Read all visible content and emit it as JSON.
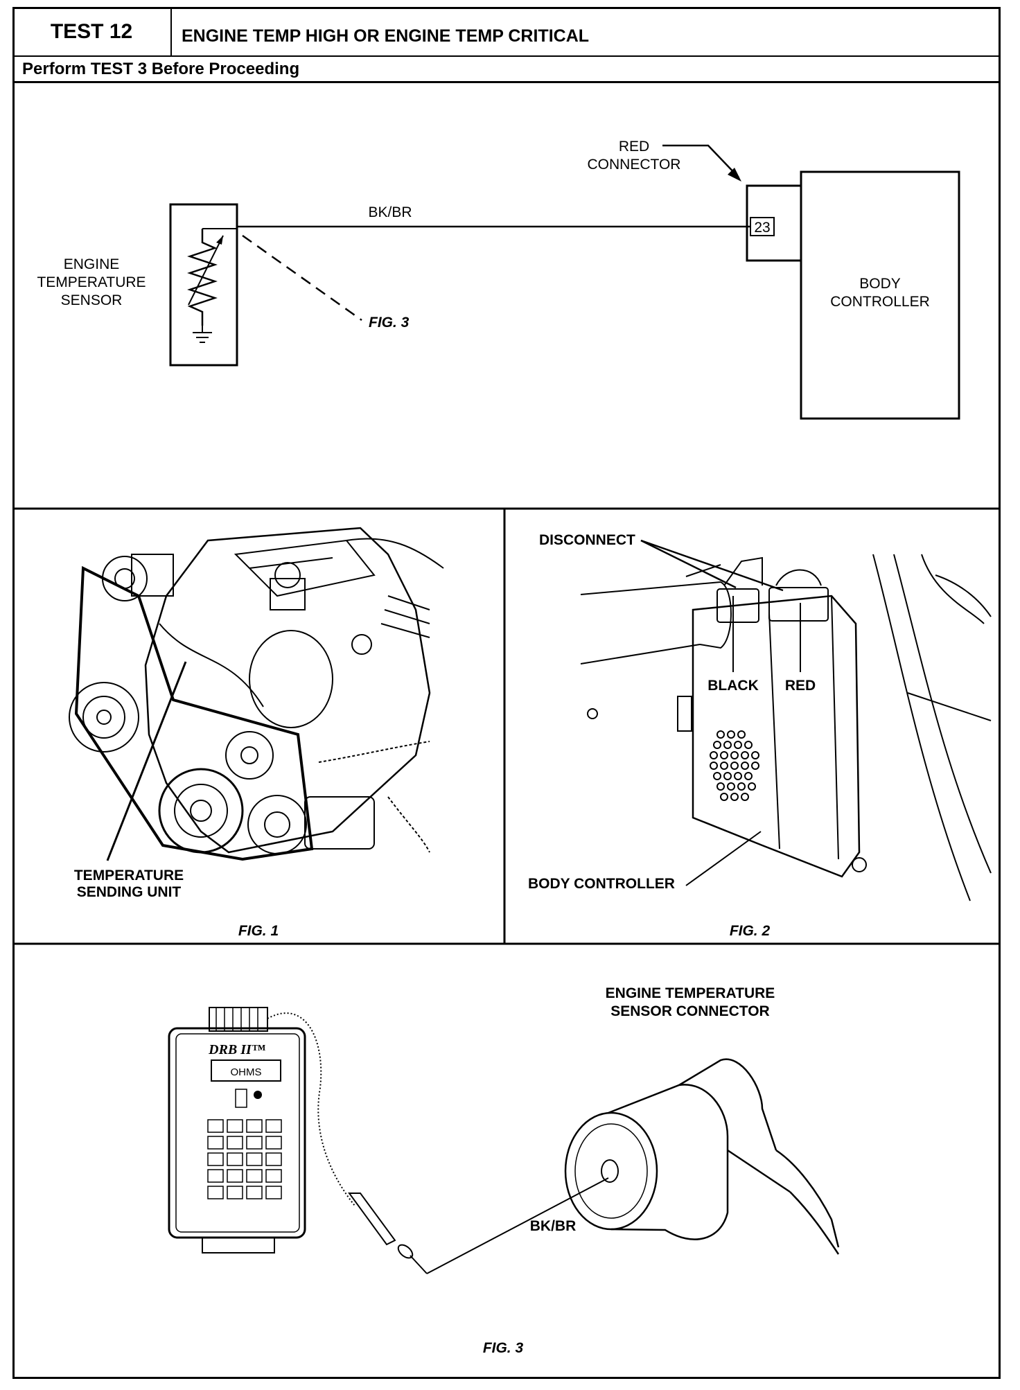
{
  "header": {
    "test_label": "TEST 12",
    "title": "ENGINE TEMP HIGH OR ENGINE TEMP CRITICAL",
    "note": "Perform TEST 3 Before Proceeding"
  },
  "schematic": {
    "red_connector_line1": "RED",
    "red_connector_line2": "CONNECTOR",
    "wire_label": "BK/BR",
    "pin_number": "23",
    "sensor_line1": "ENGINE",
    "sensor_line2": "TEMPERATURE",
    "sensor_line3": "SENSOR",
    "fig_ref": "FIG. 3",
    "controller_line1": "BODY",
    "controller_line2": "CONTROLLER"
  },
  "fig1": {
    "callout_line1": "TEMPERATURE",
    "callout_line2": "SENDING UNIT",
    "caption": "FIG. 1"
  },
  "fig2": {
    "disconnect": "DISCONNECT",
    "black": "BLACK",
    "red": "RED",
    "body_controller": "BODY CONTROLLER",
    "caption": "FIG. 2"
  },
  "fig3": {
    "connector_line1": "ENGINE TEMPERATURE",
    "connector_line2": "SENSOR CONNECTOR",
    "tester_brand": "DRB II™",
    "tester_display": "OHMS",
    "wire_label": "BK/BR",
    "caption": "FIG. 3"
  }
}
